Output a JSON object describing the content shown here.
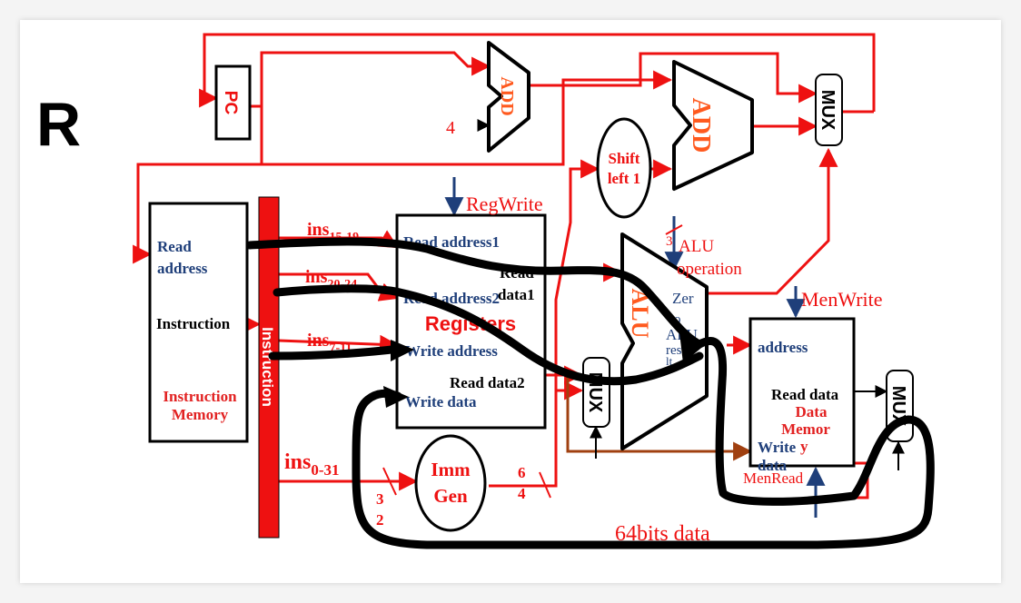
{
  "slide_title": "R",
  "components": {
    "pc": "PC",
    "add1": "ADD",
    "add2": "ADD",
    "mux_top": "MUX",
    "shift": [
      "Shift",
      "left 1"
    ],
    "instruction_memory": {
      "read_address": [
        "Read",
        "address"
      ],
      "instruction": "Instruction",
      "title": [
        "Instruction",
        "Memory"
      ]
    },
    "instruction_bus": "Instruction",
    "registers": {
      "title": "Registers",
      "read_address1": "Read address1",
      "read_address2": "Read address2",
      "write_address": "Write address",
      "write_data": "Write data",
      "read_data1": [
        "Read",
        "data1"
      ],
      "read_data2": "Read data2"
    },
    "mux_alu": "MUX",
    "alu": {
      "title": "ALU",
      "zero": "Zer",
      "o": "o",
      "alu": "ALU",
      "result": "resu",
      "lt": "lt"
    },
    "imm_gen": [
      "Imm",
      "Gen"
    ],
    "data_memory": {
      "address": "address",
      "read_data": "Read data",
      "title": [
        "Data",
        "Memor",
        "y"
      ],
      "write_data": [
        "Write",
        "data"
      ]
    },
    "mux_mem": "MUX"
  },
  "signals": {
    "four": "4",
    "reg_write": "RegWrite",
    "alu_op_bits": "3",
    "alu_operation": [
      "ALU",
      "operation"
    ],
    "men_write": "MenWrite",
    "men_read": "MenRead",
    "data_64": "64bits data",
    "ins_15_19": {
      "base": "ins",
      "sub": "15-19"
    },
    "ins_20_24": {
      "base": "ins",
      "sub": "20-24"
    },
    "ins_7_11": {
      "base": "ins",
      "sub": "7-11"
    },
    "ins_0_31": {
      "base": "ins",
      "sub": "0-31"
    },
    "width_32": [
      "3",
      "2"
    ],
    "width_64": [
      "6",
      "4"
    ]
  },
  "colors": {
    "wire_red": "#ee1111",
    "wire_brown": "#a04010",
    "label_red": "#e22222",
    "label_blue": "#1f3f7a",
    "orange": "#ff5a1f",
    "bus_red": "#ee1111",
    "ink": "#000000"
  }
}
